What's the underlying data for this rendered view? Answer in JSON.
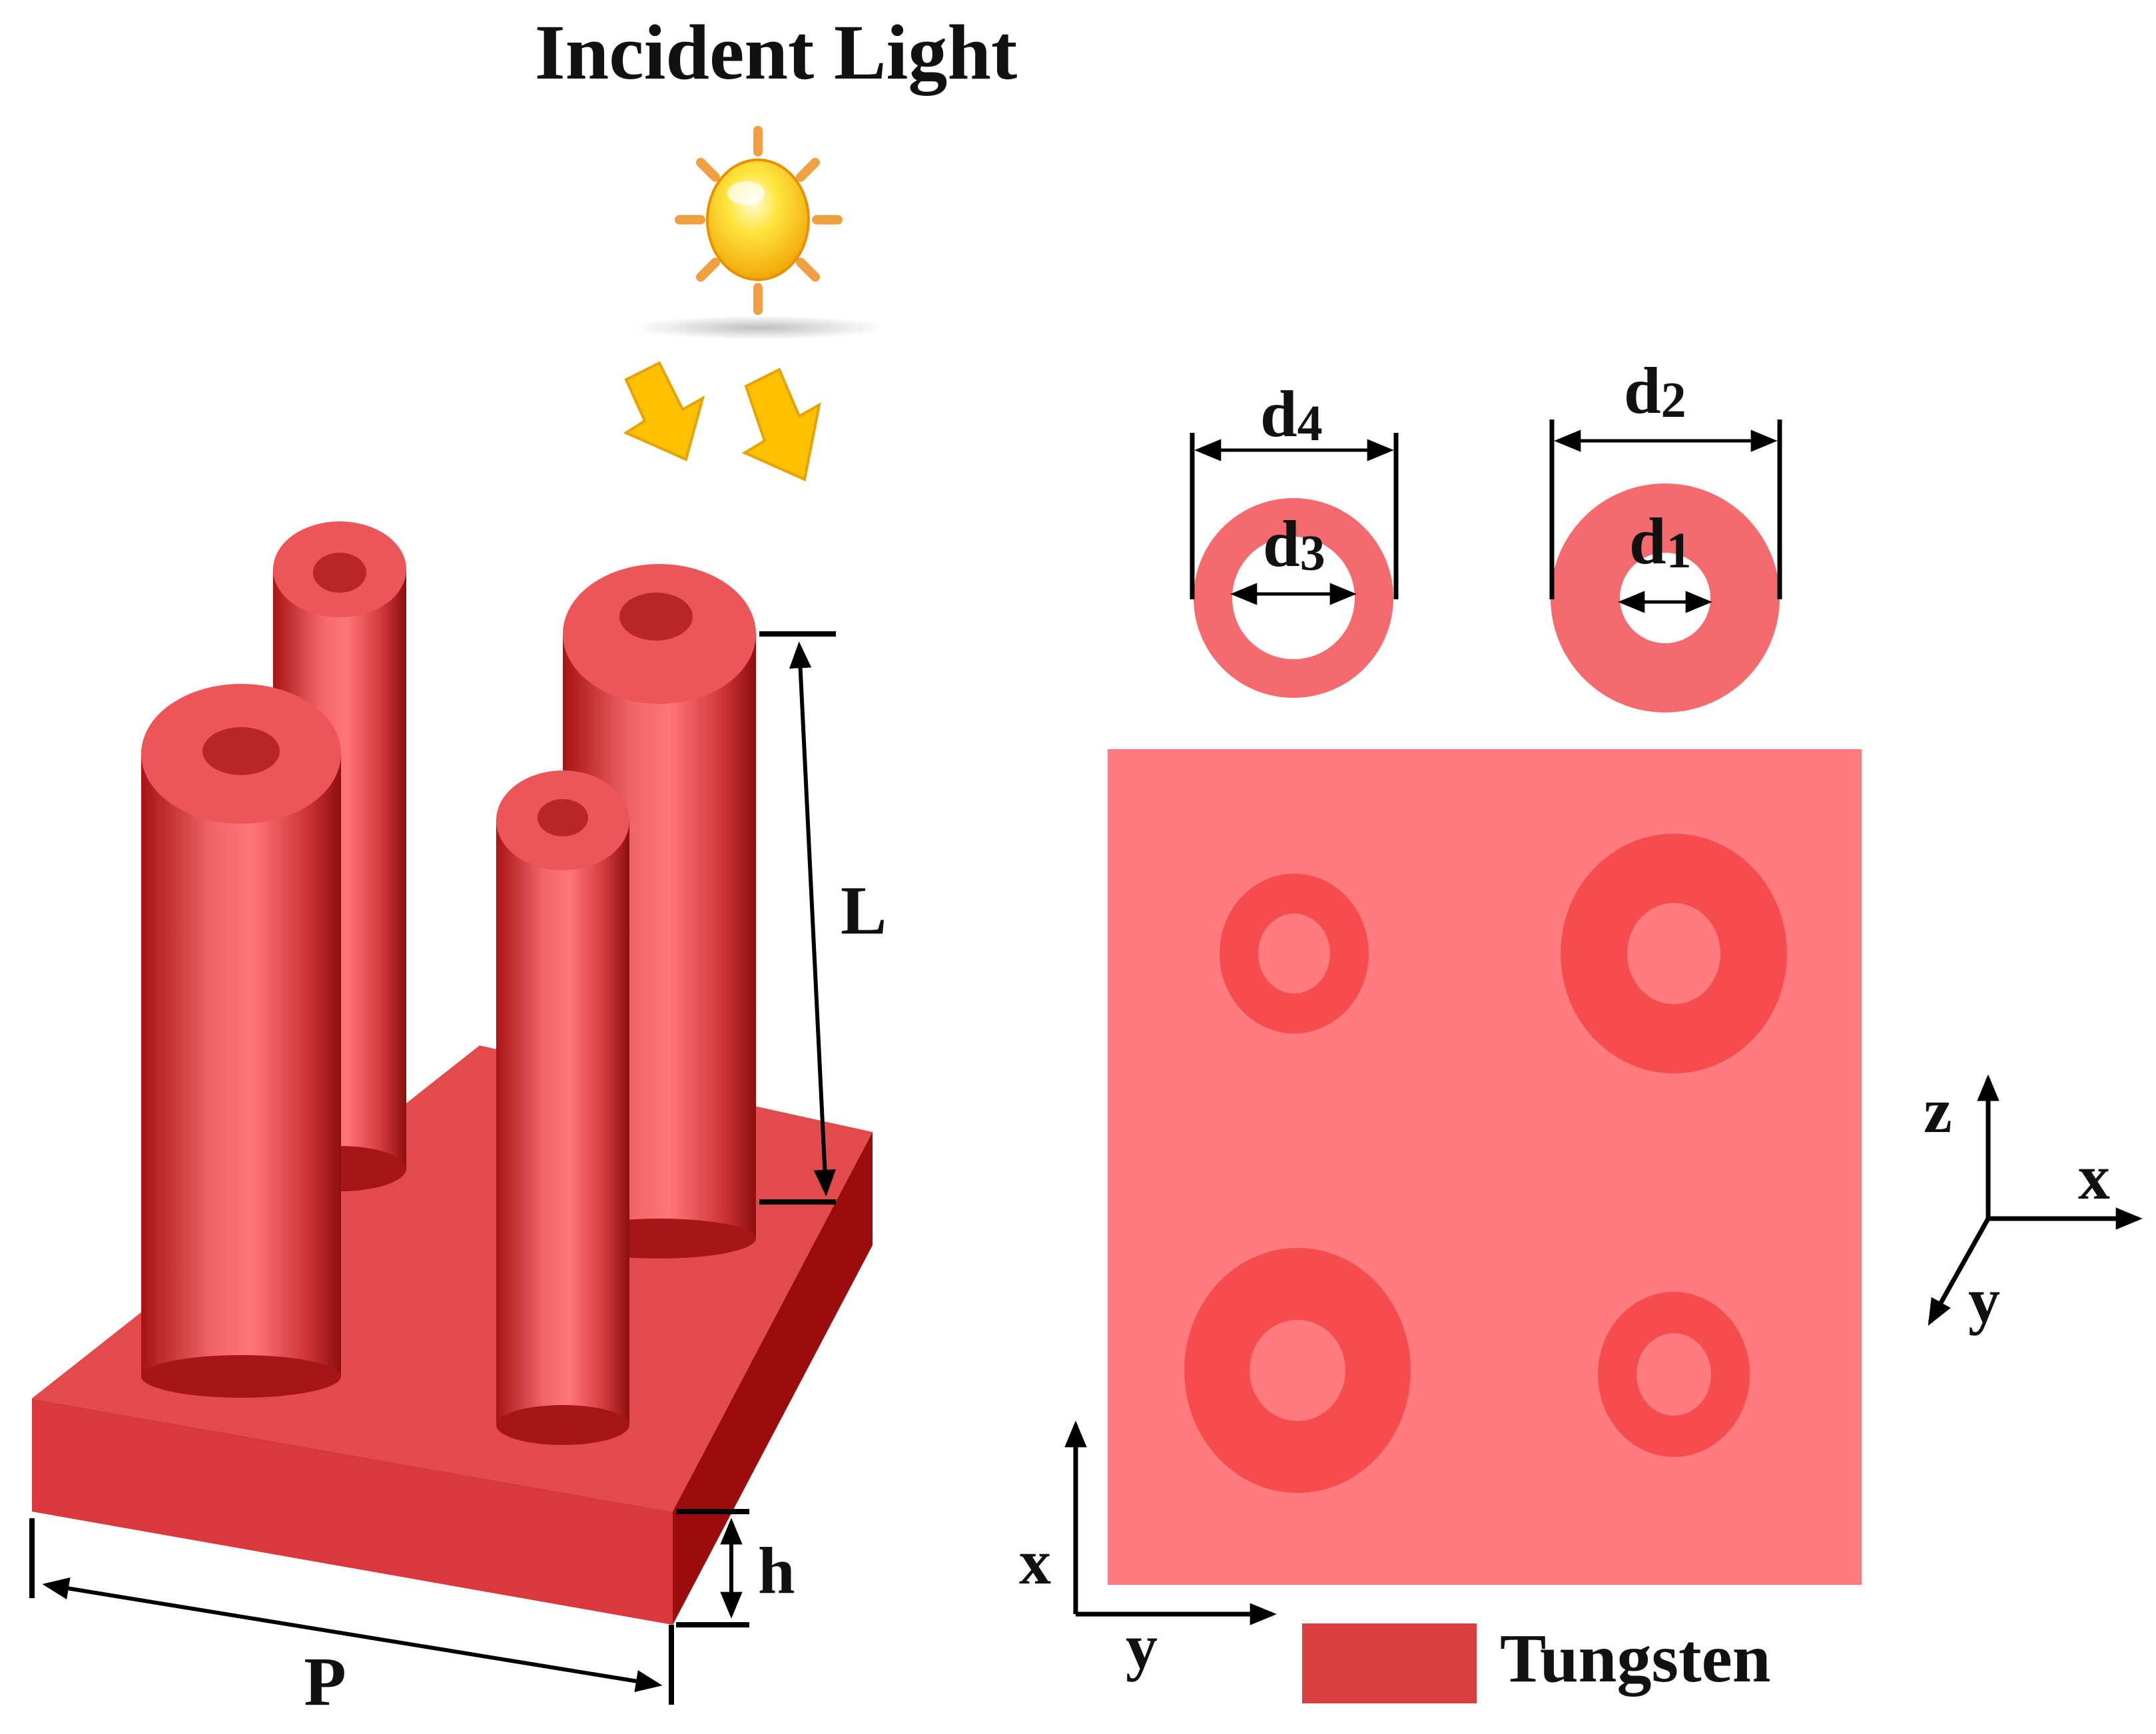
{
  "title": "Incident Light",
  "labels": {
    "L": "L",
    "h": "h",
    "P": "P",
    "d1": "1",
    "d2": "2",
    "d3": "3",
    "d4": "4",
    "d_prefix": "d"
  },
  "axes3d": {
    "z": "z",
    "x": "x",
    "y": "y"
  },
  "axes2d": {
    "x": "x",
    "y": "y"
  },
  "legend": {
    "label": "Tungsten",
    "color": "#d84040"
  },
  "colors": {
    "tungsten": "#e85a5c",
    "tungsten_dark": "#a81818",
    "tungsten_light": "#ff7a7a",
    "plate": "#ff7b7e",
    "ring_fill": "#f64c50",
    "sun": "#ffd200",
    "sun_rays": "#f0a040",
    "arrows": "#ffc000"
  },
  "icons": [
    "sun-icon",
    "incident-arrow-icon"
  ]
}
